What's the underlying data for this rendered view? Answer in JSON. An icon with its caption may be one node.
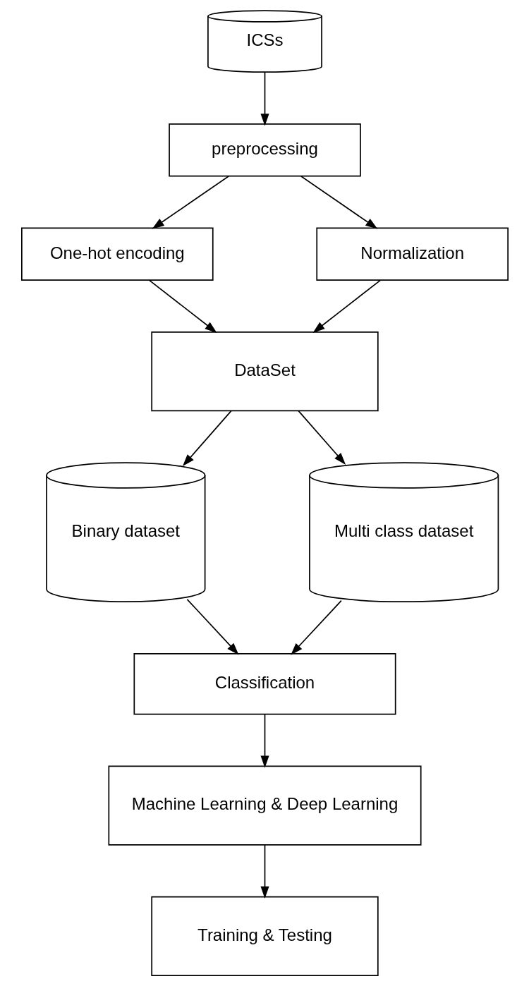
{
  "diagram": {
    "nodes": [
      {
        "text": [
          "ICSs"
        ]
      },
      {
        "text": [
          "preprocessing"
        ]
      },
      {
        "text": [
          "One-hot encoding"
        ]
      },
      {
        "text": [
          "Normalization"
        ]
      },
      {
        "text": [
          "DataSet"
        ]
      },
      {
        "text": [
          "Binary dataset"
        ]
      },
      {
        "text": [
          "Multi class dataset"
        ]
      },
      {
        "text": [
          "Classification"
        ]
      },
      {
        "text": [
          "Machine Learning & Deep Learning"
        ]
      },
      {
        "text": [
          "Training & Testing"
        ]
      }
    ],
    "edges": [
      {
        "from": 0,
        "to": 1,
        "arrow": "to"
      },
      {
        "from": 1,
        "to": 2,
        "arrow": "to"
      },
      {
        "from": 1,
        "to": 3,
        "arrow": "to"
      },
      {
        "from": 2,
        "to": 4,
        "arrow": "to"
      },
      {
        "from": 3,
        "to": 4,
        "arrow": "to"
      },
      {
        "from": 4,
        "to": 5,
        "arrow": "to"
      },
      {
        "from": 4,
        "to": 6,
        "arrow": "to"
      },
      {
        "from": 5,
        "to": 7,
        "arrow": "to"
      },
      {
        "from": 6,
        "to": 7,
        "arrow": "to"
      },
      {
        "from": 7,
        "to": 8,
        "arrow": "to"
      },
      {
        "from": 8,
        "to": 9,
        "arrow": "to"
      }
    ]
  }
}
